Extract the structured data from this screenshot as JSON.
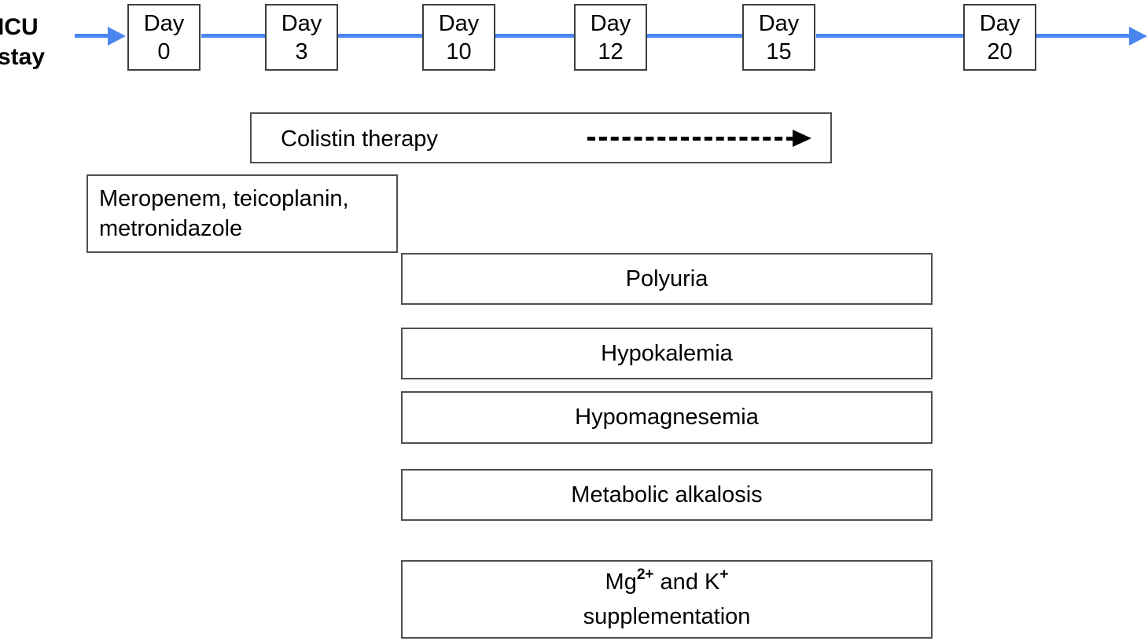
{
  "figure": {
    "icu_label": {
      "line1": "ICU",
      "line2": "stay"
    },
    "timeline": {
      "days": [
        {
          "word": "Day",
          "number": "0"
        },
        {
          "word": "Day",
          "number": "3"
        },
        {
          "word": "Day",
          "number": "10"
        },
        {
          "word": "Day",
          "number": "12"
        },
        {
          "word": "Day",
          "number": "15"
        },
        {
          "word": "Day",
          "number": "20"
        }
      ]
    },
    "colistin": {
      "label": "Colistin therapy"
    },
    "antibiotics": {
      "line1": "Meropenem, teicoplanin,",
      "line2": "metronidazole"
    },
    "conditions": [
      "Polyuria",
      "Hypokalemia",
      "Hypomagnesemia",
      "Metabolic alkalosis"
    ],
    "supplementation": {
      "base1": "Mg",
      "sup1": "2+",
      "base2": " and K",
      "sup2": "+",
      "line2": "supplementation"
    },
    "colors": {
      "timeline_blue": "#4a86f0",
      "day_box_border": "#3f3f3f",
      "label_box_border": "#4f4f4f",
      "text": "#000000"
    }
  }
}
